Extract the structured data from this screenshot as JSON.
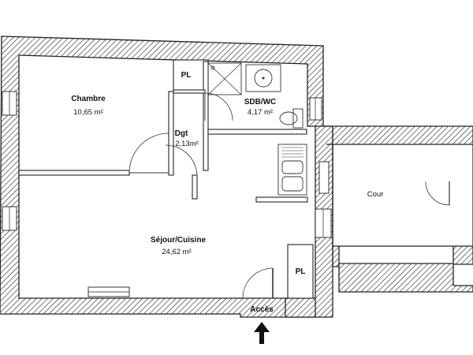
{
  "rooms": {
    "chambre": {
      "name": "Chambre",
      "area": "10,65 m²"
    },
    "pl_top": {
      "name": "PL"
    },
    "sdb": {
      "name": "SDB/WC",
      "area": "4,17 m²"
    },
    "dgt": {
      "name": "Dgt",
      "area": "2,13m²"
    },
    "sejour": {
      "name": "Séjour/Cuisine",
      "area": "24,62 m²"
    },
    "pl_bottom": {
      "name": "PL"
    },
    "cour": {
      "name": "Cour"
    }
  },
  "entrance": {
    "label": "Accès"
  },
  "colors": {
    "wall_hatch": "#222222",
    "ink": "#111111",
    "background": "#ffffff"
  },
  "icons": [
    "shower-tray",
    "washbasin",
    "toilet",
    "kitchen-sink",
    "entry-arrow"
  ]
}
